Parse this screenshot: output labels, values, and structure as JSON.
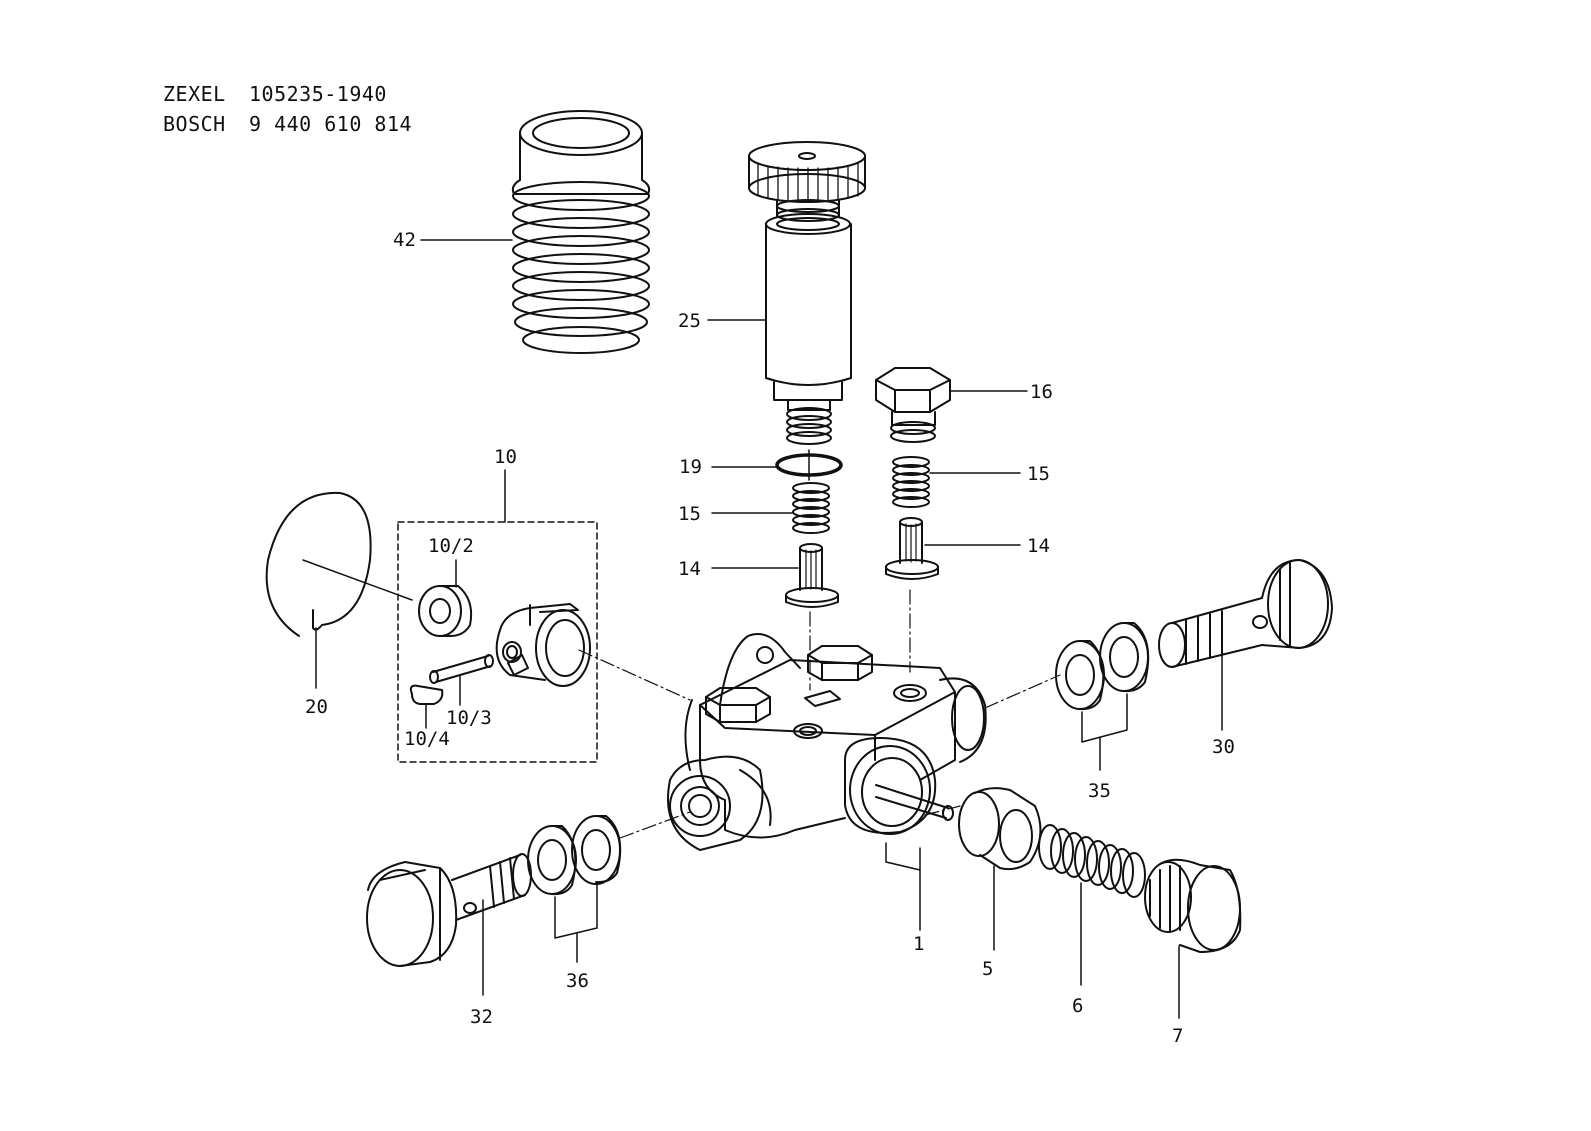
{
  "header": {
    "zexel_brand": "ZEXEL",
    "zexel_number": "105235-1940",
    "bosch_brand": "BOSCH",
    "bosch_number": "9 440 610 814"
  },
  "callouts": {
    "c42": "42",
    "c25": "25",
    "c16": "16",
    "c19": "19",
    "c15a": "15",
    "c15b": "15",
    "c14a": "14",
    "c14b": "14",
    "c10": "10",
    "c10_2": "10/2",
    "c10_3": "10/3",
    "c10_4": "10/4",
    "c20": "20",
    "c30": "30",
    "c35": "35",
    "c1": "1",
    "c5": "5",
    "c6": "6",
    "c7": "7",
    "c32": "32",
    "c36": "36"
  }
}
